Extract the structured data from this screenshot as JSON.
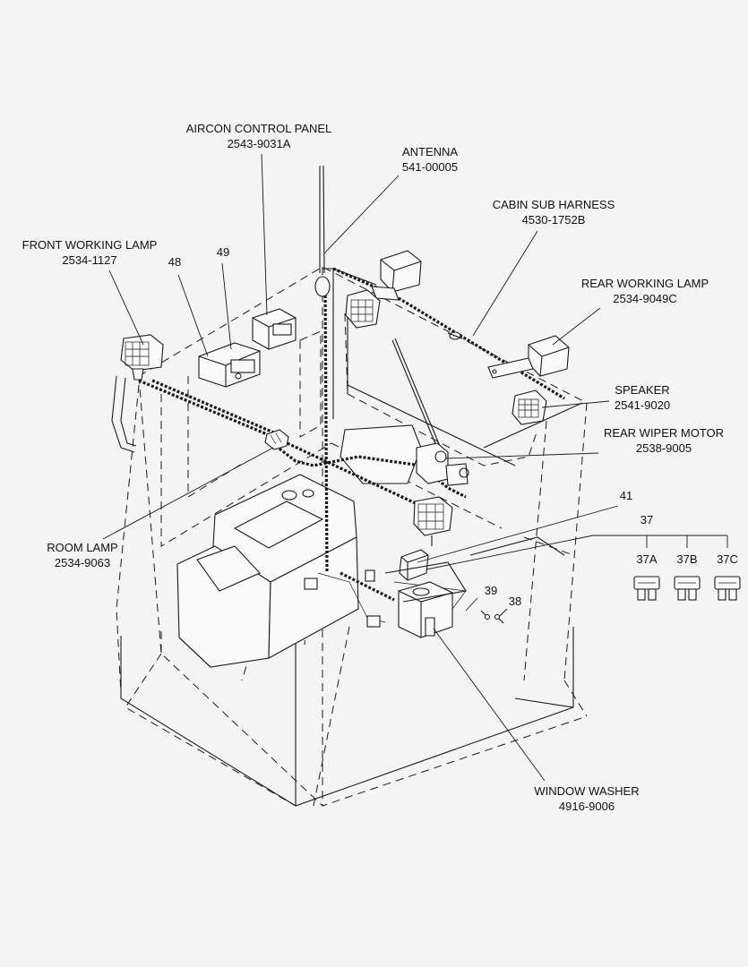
{
  "labels": {
    "aircon_title": "AIRCON CONTROL PANEL",
    "aircon_part": "2543-9031A",
    "antenna_title": "ANTENNA",
    "antenna_part": "541-00005",
    "cabin_title": "CABIN SUB HARNESS",
    "cabin_part": "4530-1752B",
    "front_lamp_title": "FRONT WORKING LAMP",
    "front_lamp_part": "2534-1127",
    "rear_lamp_title": "REAR WORKING LAMP",
    "rear_lamp_part": "2534-9049C",
    "speaker_title": "SPEAKER",
    "speaker_part": "2541-9020",
    "wiper_title": "REAR WIPER MOTOR",
    "wiper_part": "2538-9005",
    "room_lamp_title": "ROOM LAMP",
    "room_lamp_part": "2534-9063",
    "washer_title": "WINDOW WASHER",
    "washer_part": "4916-9006",
    "n48": "48",
    "n49": "49",
    "n41": "41",
    "n37": "37",
    "n37a": "37A",
    "n37b": "37B",
    "n37c": "37C",
    "n39": "39",
    "n38": "38"
  }
}
